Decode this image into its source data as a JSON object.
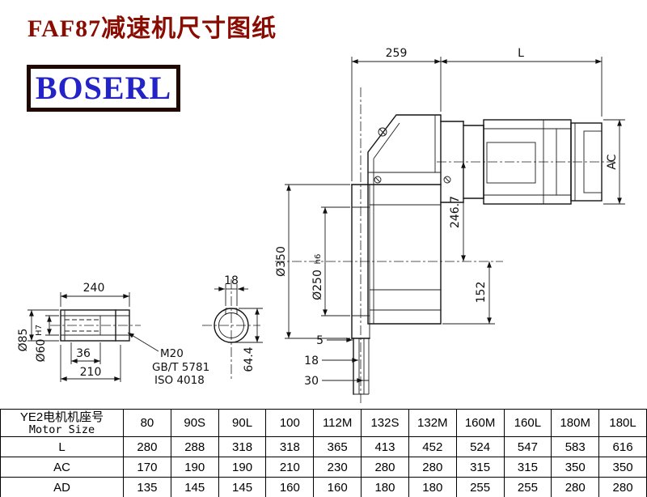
{
  "title": {
    "text": "FAF87减速机尺寸图纸"
  },
  "logo": {
    "text": "BOSERL"
  },
  "colors": {
    "title_red": "#8a0b00",
    "logo_blue": "#2323c8",
    "logo_border": "#1f0802",
    "line": "#1c1c1c"
  },
  "drawing": {
    "dim_259": "259",
    "dim_L": "L",
    "dim_AC": "AC",
    "dim_d350": "Ø350",
    "dim_d250": "Ø250",
    "dim_d250_tol": "h6",
    "dim_246_7": "246.7",
    "dim_152": "152",
    "dim_5": "5",
    "dim_18_side": "18",
    "dim_30": "30",
    "dim_240": "240",
    "dim_18_key": "18",
    "dim_d85": "Ø85",
    "dim_d60": "Ø60",
    "dim_d60_tol": "H7",
    "dim_36": "36",
    "dim_210": "210",
    "label_m20": "M20",
    "label_gbt": "GB/T 5781",
    "label_iso": "ISO 4018",
    "dim_64_4": "64.4"
  },
  "table": {
    "header": {
      "line1": "YE2电机机座号",
      "line2": "Motor Size"
    },
    "columns": [
      "80",
      "90S",
      "90L",
      "100",
      "112M",
      "132S",
      "132M",
      "160M",
      "160L",
      "180M",
      "180L"
    ],
    "rows": [
      {
        "label": "L",
        "values": [
          "280",
          "288",
          "318",
          "318",
          "365",
          "413",
          "452",
          "524",
          "547",
          "583",
          "616"
        ]
      },
      {
        "label": "AC",
        "values": [
          "170",
          "190",
          "190",
          "210",
          "230",
          "280",
          "280",
          "315",
          "315",
          "350",
          "350"
        ]
      },
      {
        "label": "AD",
        "values": [
          "135",
          "145",
          "145",
          "160",
          "160",
          "180",
          "180",
          "255",
          "255",
          "280",
          "280"
        ]
      }
    ]
  }
}
